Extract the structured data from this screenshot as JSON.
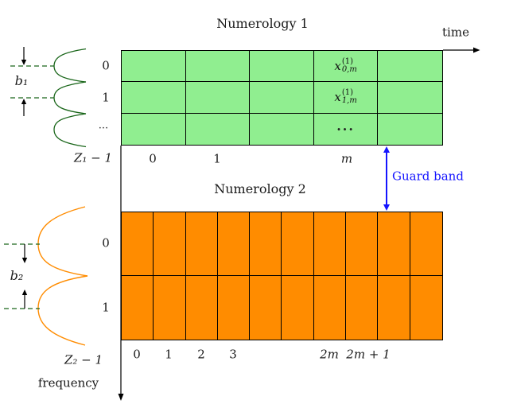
{
  "diagram": {
    "titles": {
      "numerology1": "Numerology 1",
      "numerology2": "Numerology 2"
    },
    "axes": {
      "time": "time",
      "frequency": "frequency"
    },
    "guard_band": {
      "label": "Guard band",
      "color": "#1414ff"
    },
    "colors": {
      "n1_fill": "#90EE90",
      "n2_fill": "#FF8C00",
      "pulse_green": "#1a661a",
      "pulse_orange": "#FF8C00",
      "guard_blue": "#1414ff",
      "axis_black": "#000000"
    },
    "numerology1": {
      "rows": 3,
      "cols": 5,
      "row_labels": [
        "0",
        "1",
        "...",
        "Z₁ − 1"
      ],
      "col_labels": [
        "0",
        "1",
        "m"
      ],
      "bandwidth_label": "b₁",
      "cells": [
        {
          "row": 0,
          "col": 3,
          "base": "x",
          "sup": "(1)",
          "sub": "0,m"
        },
        {
          "row": 1,
          "col": 3,
          "base": "x",
          "sup": "(1)",
          "sub": "1,m"
        },
        {
          "row": 2,
          "col": 3,
          "text": "···"
        }
      ]
    },
    "numerology2": {
      "rows": 2,
      "cols": 10,
      "row_labels": [
        "0",
        "1",
        "Z₂ − 1"
      ],
      "col_labels": [
        "0",
        "1",
        "2",
        "3",
        "2m",
        "2m + 1"
      ],
      "bandwidth_label": "b₂",
      "cells": []
    }
  }
}
